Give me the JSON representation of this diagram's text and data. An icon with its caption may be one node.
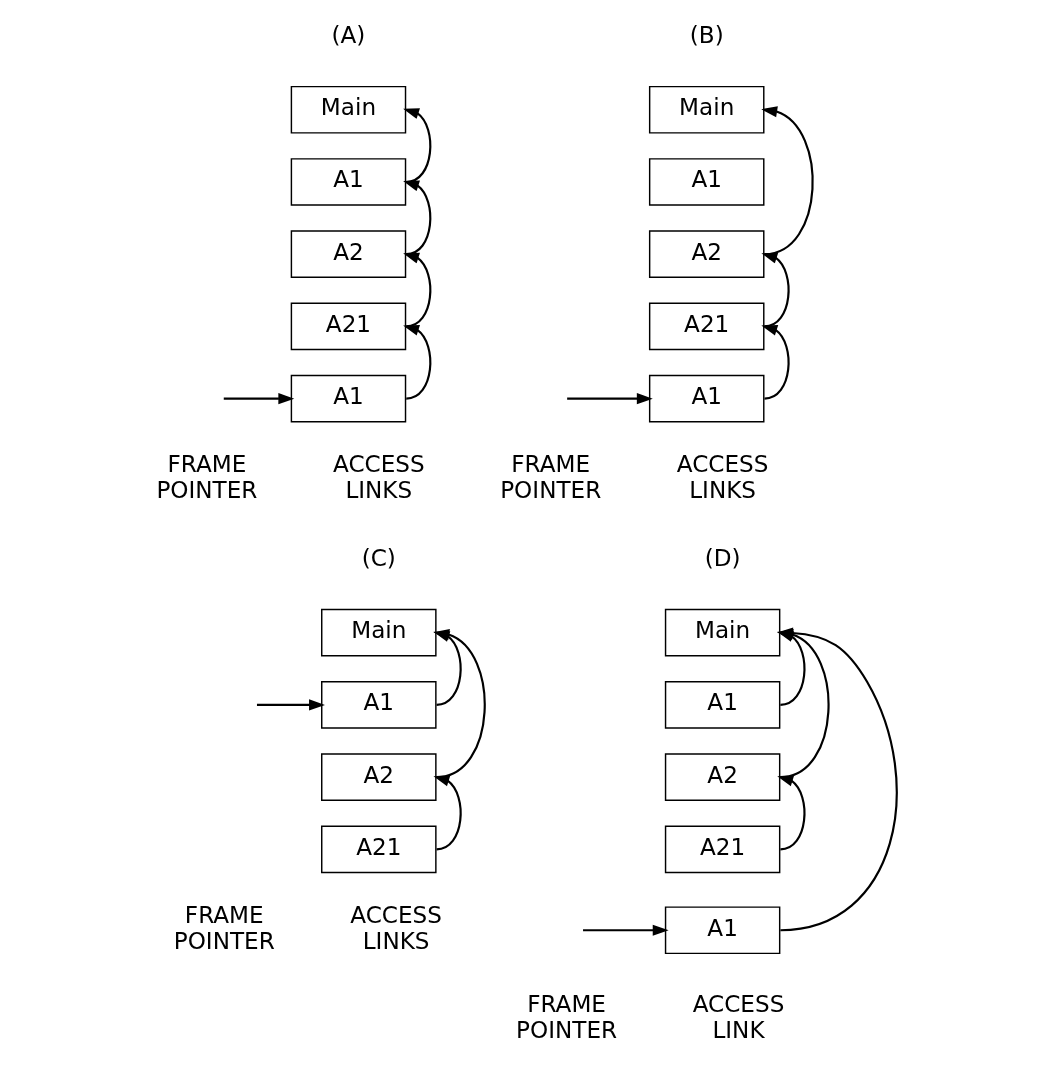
{
  "diagram": {
    "nodes": [
      {
        "text": [
          "Main"
        ]
      },
      {
        "text": [
          "A1"
        ]
      },
      {
        "text": [
          "A2"
        ]
      },
      {
        "text": [
          "A21"
        ]
      },
      {
        "text": [
          "A1"
        ]
      },
      {
        "text": [
          "Main"
        ]
      },
      {
        "text": [
          "A1"
        ]
      },
      {
        "text": [
          "A2"
        ]
      },
      {
        "text": [
          "A21"
        ]
      },
      {
        "text": [
          "A1"
        ]
      },
      {
        "text": [
          "Main"
        ]
      },
      {
        "text": [
          "A1"
        ]
      },
      {
        "text": [
          "A2"
        ]
      },
      {
        "text": [
          "A21"
        ]
      },
      {
        "text": [
          "Main"
        ]
      },
      {
        "text": [
          "A1"
        ]
      },
      {
        "text": [
          "A2"
        ]
      },
      {
        "text": [
          "A21"
        ]
      },
      {
        "text": [
          "A1"
        ]
      }
    ],
    "edges": [
      {
        "from": 1,
        "to": 0,
        "arrow": "to"
      },
      {
        "from": 2,
        "to": 1,
        "arrow": "to"
      },
      {
        "from": 3,
        "to": 2,
        "arrow": "to"
      },
      {
        "from": 4,
        "to": 3,
        "arrow": "to"
      },
      {
        "from": null,
        "to": 4,
        "arrow": "to"
      },
      {
        "from": 7,
        "to": 5,
        "arrow": "to"
      },
      {
        "from": 8,
        "to": 7,
        "arrow": "to"
      },
      {
        "from": 9,
        "to": 8,
        "arrow": "to"
      },
      {
        "from": null,
        "to": 9,
        "arrow": "to"
      },
      {
        "from": 11,
        "to": 10,
        "arrow": "to"
      },
      {
        "from": 12,
        "to": 10,
        "arrow": "to"
      },
      {
        "from": 13,
        "to": 12,
        "arrow": "to"
      },
      {
        "from": null,
        "to": 11,
        "arrow": "to"
      },
      {
        "from": 15,
        "to": 14,
        "arrow": "to"
      },
      {
        "from": 16,
        "to": 14,
        "arrow": "to"
      },
      {
        "from": 17,
        "to": 16,
        "arrow": "to"
      },
      {
        "from": 18,
        "to": 14,
        "arrow": "to"
      },
      {
        "from": null,
        "to": 18,
        "arrow": "to"
      }
    ],
    "labels": [
      "(A)",
      "FRAME POINTER",
      "ACCESS LINKS",
      "(B)",
      "FRAME POINTER",
      "ACCESS LINKS",
      "(C)",
      "FRAME POINTER",
      "ACCESS LINKS",
      "(D)",
      "FRAME POINTER",
      "ACCESS LINK"
    ]
  }
}
